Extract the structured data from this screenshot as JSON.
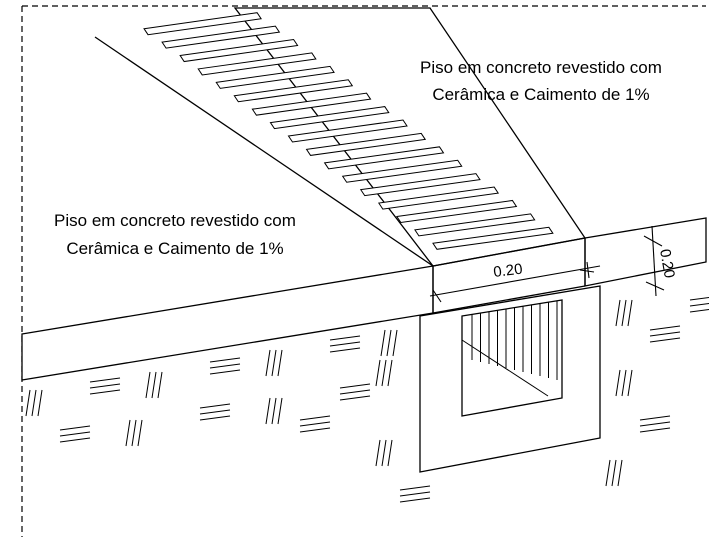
{
  "label_right": {
    "line1": "Piso em concreto revestido com",
    "line2": "Cerâmica e Caimento de 1%"
  },
  "label_left": {
    "line1": "Piso em concreto revestido com",
    "line2": "Cerâmica e Caimento de 1%"
  },
  "dimension_width": "0.20",
  "dimension_depth": "0.20",
  "colors": {
    "stroke": "#000000",
    "background": "#ffffff"
  }
}
